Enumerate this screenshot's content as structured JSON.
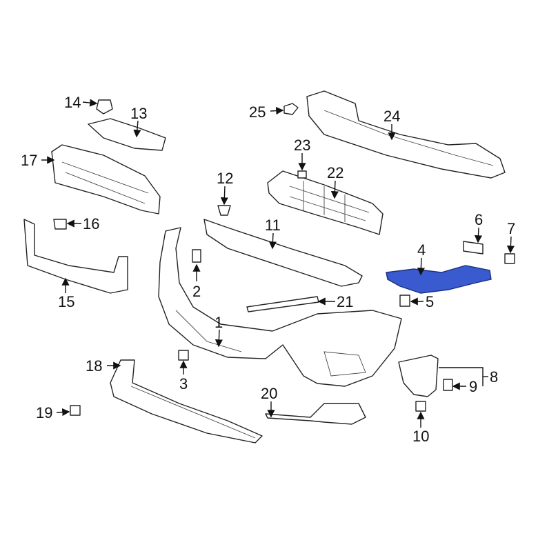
{
  "diagram": {
    "highlight_color": "#3a5bd0",
    "callouts": [
      "1",
      "2",
      "3",
      "4",
      "5",
      "6",
      "7",
      "8",
      "9",
      "10",
      "11",
      "12",
      "13",
      "14",
      "15",
      "16",
      "17",
      "18",
      "19",
      "20",
      "21",
      "22",
      "23",
      "24",
      "25"
    ],
    "highlighted_part": "4"
  }
}
